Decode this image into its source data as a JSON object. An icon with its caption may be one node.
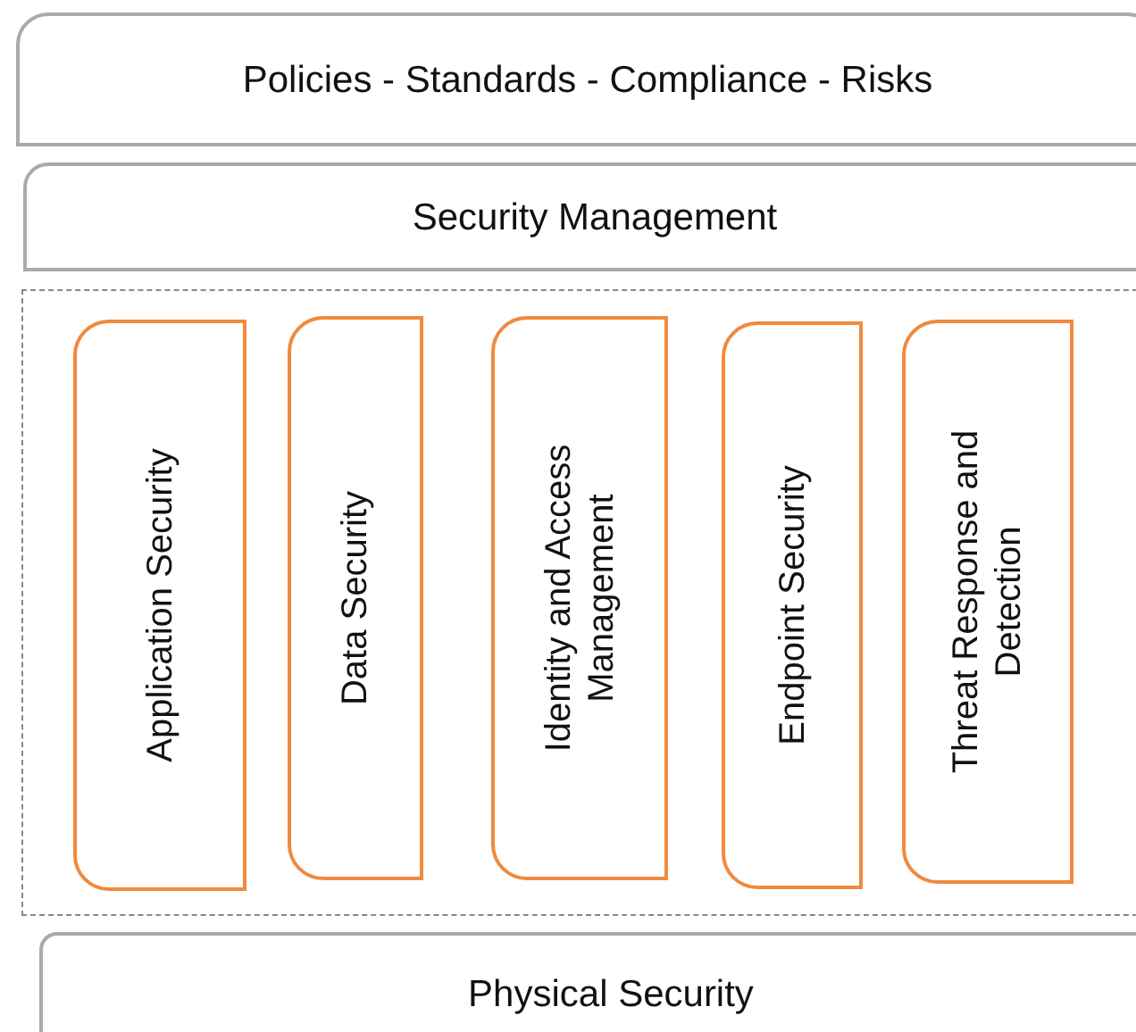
{
  "diagram": {
    "nodes": [
      {
        "text": [
          "Policies - Standards - Compliance - Risks"
        ]
      },
      {
        "text": [
          "Security Management"
        ]
      },
      {
        "text": [],
        "shape": "box"
      },
      {
        "text": [
          "Application Security"
        ],
        "in": 2
      },
      {
        "text": [
          "Data Security"
        ],
        "in": 2
      },
      {
        "text": [
          "Identity and Access Management"
        ],
        "in": 2
      },
      {
        "text": [
          "Endpoint Security"
        ],
        "in": 2
      },
      {
        "text": [
          "Threat Response and Detection"
        ],
        "in": 2
      },
      {
        "text": [
          "Physical Security"
        ]
      }
    ]
  }
}
